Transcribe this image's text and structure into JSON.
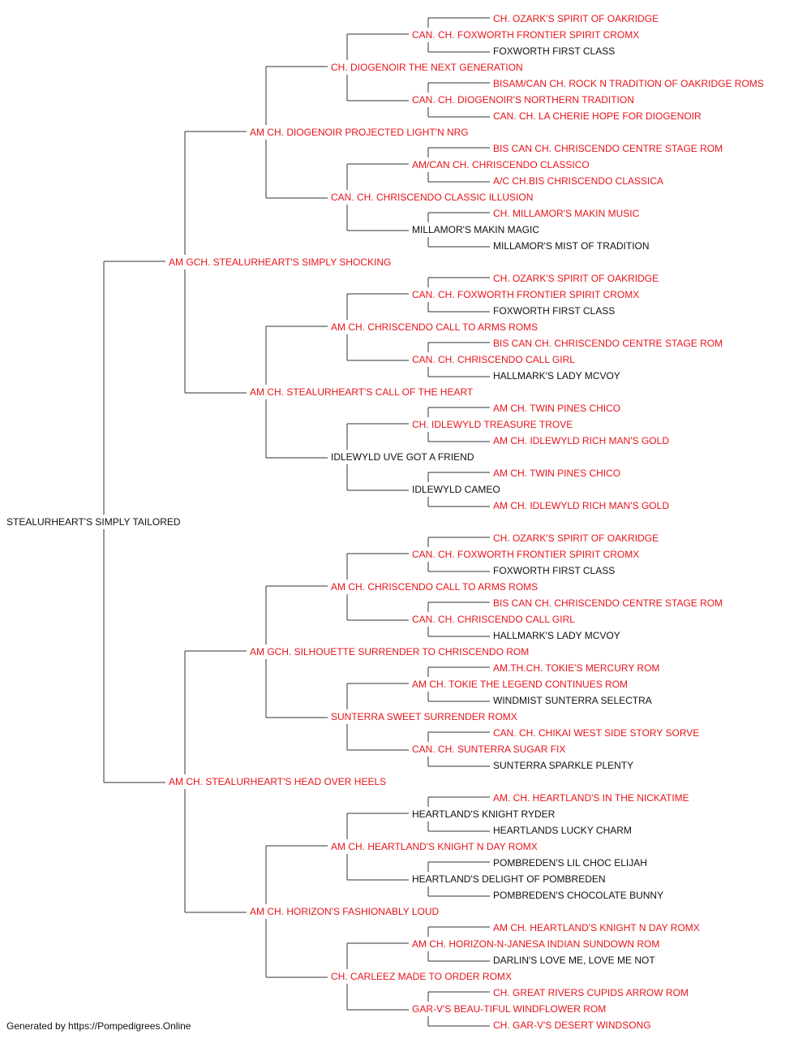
{
  "colors": {
    "titled": "#e8141b",
    "untitled": "#111111",
    "line": "#333333"
  },
  "footer": "Generated by https://Pompedigrees.Online",
  "pedigree": {
    "name": "STEALURHEART'S SIMPLY TAILORED",
    "titled": false,
    "sire": {
      "name": "AM GCH. STEALURHEART'S SIMPLY SHOCKING",
      "titled": true,
      "sire": {
        "name": "AM CH. DIOGENOIR PROJECTED LIGHT'N NRG",
        "titled": true,
        "sire": {
          "name": "CH. DIOGENOIR THE NEXT GENERATION",
          "titled": true,
          "sire": {
            "name": "CAN. CH. FOXWORTH FRONTIER SPIRIT CROMX",
            "titled": true,
            "sire": {
              "name": "CH. OZARK'S SPIRIT OF OAKRIDGE",
              "titled": true
            },
            "dam": {
              "name": "FOXWORTH FIRST CLASS",
              "titled": false
            }
          },
          "dam": {
            "name": "CAN. CH. DIOGENOIR'S NORTHERN TRADITION",
            "titled": true,
            "sire": {
              "name": "BISAM/CAN CH. ROCK N TRADITION OF OAKRIDGE ROMS",
              "titled": true
            },
            "dam": {
              "name": "CAN. CH. LA CHERIE HOPE FOR DIOGENOIR",
              "titled": true
            }
          }
        },
        "dam": {
          "name": "CAN. CH. CHRISCENDO CLASSIC ILLUSION",
          "titled": true,
          "sire": {
            "name": "AM/CAN CH. CHRISCENDO CLASSICO",
            "titled": true,
            "sire": {
              "name": "BIS CAN CH. CHRISCENDO CENTRE STAGE ROM",
              "titled": true
            },
            "dam": {
              "name": "A/C CH.BIS CHRISCENDO CLASSICA",
              "titled": true
            }
          },
          "dam": {
            "name": "MILLAMOR'S MAKIN MAGIC",
            "titled": false,
            "sire": {
              "name": "CH. MILLAMOR'S MAKIN MUSIC",
              "titled": true
            },
            "dam": {
              "name": "MILLAMOR'S MIST OF TRADITION",
              "titled": false
            }
          }
        }
      },
      "dam": {
        "name": "AM CH. STEALURHEART'S CALL OF THE HEART",
        "titled": true,
        "sire": {
          "name": "AM CH. CHRISCENDO CALL TO ARMS ROMS",
          "titled": true,
          "sire": {
            "name": "CAN. CH. FOXWORTH FRONTIER SPIRIT CROMX",
            "titled": true,
            "sire": {
              "name": "CH. OZARK'S SPIRIT OF OAKRIDGE",
              "titled": true
            },
            "dam": {
              "name": "FOXWORTH FIRST CLASS",
              "titled": false
            }
          },
          "dam": {
            "name": "CAN. CH. CHRISCENDO CALL GIRL",
            "titled": true,
            "sire": {
              "name": "BIS CAN CH. CHRISCENDO CENTRE STAGE ROM",
              "titled": true
            },
            "dam": {
              "name": "HALLMARK'S LADY MCVOY",
              "titled": false
            }
          }
        },
        "dam": {
          "name": "IDLEWYLD UVE GOT A FRIEND",
          "titled": false,
          "sire": {
            "name": "CH. IDLEWYLD TREASURE TROVE",
            "titled": true,
            "sire": {
              "name": "AM CH. TWIN PINES CHICO",
              "titled": true
            },
            "dam": {
              "name": "AM CH. IDLEWYLD RICH MAN'S GOLD",
              "titled": true
            }
          },
          "dam": {
            "name": "IDLEWYLD CAMEO",
            "titled": false,
            "sire": {
              "name": "AM CH. TWIN PINES CHICO",
              "titled": true
            },
            "dam": {
              "name": "AM CH. IDLEWYLD RICH MAN'S GOLD",
              "titled": true
            }
          }
        }
      }
    },
    "dam": {
      "name": "AM CH. STEALURHEART'S HEAD OVER HEELS",
      "titled": true,
      "sire": {
        "name": "AM GCH. SILHOUETTE SURRENDER TO CHRISCENDO ROM",
        "titled": true,
        "sire": {
          "name": "AM CH. CHRISCENDO CALL TO ARMS ROMS",
          "titled": true,
          "sire": {
            "name": "CAN. CH. FOXWORTH FRONTIER SPIRIT CROMX",
            "titled": true,
            "sire": {
              "name": "CH. OZARK'S SPIRIT OF OAKRIDGE",
              "titled": true
            },
            "dam": {
              "name": "FOXWORTH FIRST CLASS",
              "titled": false
            }
          },
          "dam": {
            "name": "CAN. CH. CHRISCENDO CALL GIRL",
            "titled": true,
            "sire": {
              "name": "BIS CAN CH. CHRISCENDO CENTRE STAGE ROM",
              "titled": true
            },
            "dam": {
              "name": "HALLMARK'S LADY MCVOY",
              "titled": false
            }
          }
        },
        "dam": {
          "name": "SUNTERRA SWEET SURRENDER ROMX",
          "titled": true,
          "sire": {
            "name": "AM CH. TOKIE THE LEGEND CONTINUES ROM",
            "titled": true,
            "sire": {
              "name": "AM.TH.CH. TOKIE'S MERCURY ROM",
              "titled": true
            },
            "dam": {
              "name": "WINDMIST SUNTERRA SELECTRA",
              "titled": false
            }
          },
          "dam": {
            "name": "CAN. CH. SUNTERRA SUGAR FIX",
            "titled": true,
            "sire": {
              "name": "CAN. CH. CHIKAI WEST SIDE STORY SORVE",
              "titled": true
            },
            "dam": {
              "name": "SUNTERRA SPARKLE PLENTY",
              "titled": false
            }
          }
        }
      },
      "dam": {
        "name": "AM CH. HORIZON'S FASHIONABLY LOUD",
        "titled": true,
        "sire": {
          "name": "AM CH. HEARTLAND'S KNIGHT N DAY ROMX",
          "titled": true,
          "sire": {
            "name": "HEARTLAND'S KNIGHT RYDER",
            "titled": false,
            "sire": {
              "name": "AM. CH. HEARTLAND'S IN THE NICKATIME",
              "titled": true
            },
            "dam": {
              "name": "HEARTLANDS LUCKY CHARM",
              "titled": false
            }
          },
          "dam": {
            "name": "HEARTLAND'S DELIGHT OF POMBREDEN",
            "titled": false,
            "sire": {
              "name": "POMBREDEN'S LIL CHOC ELIJAH",
              "titled": false
            },
            "dam": {
              "name": "POMBREDEN'S CHOCOLATE BUNNY",
              "titled": false
            }
          }
        },
        "dam": {
          "name": "CH. CARLEEZ MADE TO ORDER ROMX",
          "titled": true,
          "sire": {
            "name": "AM CH. HORIZON-N-JANESA INDIAN SUNDOWN ROM",
            "titled": true,
            "sire": {
              "name": "AM CH. HEARTLAND'S KNIGHT N DAY ROMX",
              "titled": true
            },
            "dam": {
              "name": "DARLIN'S LOVE ME, LOVE ME NOT",
              "titled": false
            }
          },
          "dam": {
            "name": "GAR-V'S BEAU-TIFUL WINDFLOWER ROM",
            "titled": true,
            "sire": {
              "name": "CH. GREAT RIVERS CUPIDS ARROW ROM",
              "titled": true
            },
            "dam": {
              "name": "CH. GAR-V'S DESERT WINDSONG",
              "titled": true
            }
          }
        }
      }
    }
  }
}
